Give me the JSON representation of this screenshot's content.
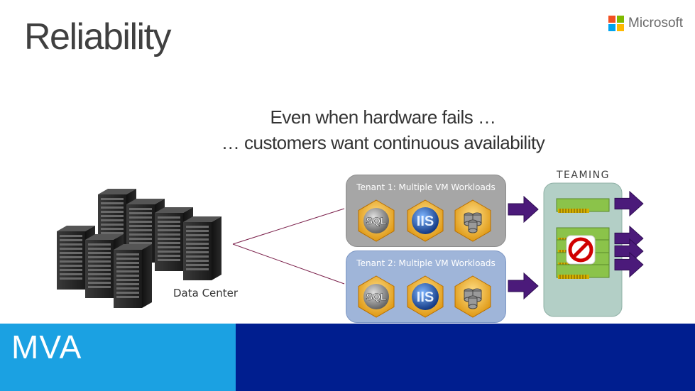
{
  "slide": {
    "title": "Reliability",
    "brand": "Microsoft",
    "headline_line1": "Even when hardware fails …",
    "headline_line2": "… customers want continuous availability",
    "teaming_label": "TEAMING",
    "tenant1_label": "Tenant 1: Multiple VM Workloads",
    "tenant2_label": "Tenant 2: Multiple VM Workloads",
    "datacenter_label": "Data Center",
    "footer_label": "MVA"
  },
  "workload_icons": [
    {
      "name": "sql-icon",
      "text": "SQL"
    },
    {
      "name": "iis-icon",
      "text": "IIS"
    },
    {
      "name": "database-icon",
      "text": ""
    }
  ],
  "colors": {
    "ms_red": "#f25022",
    "ms_green": "#7fba00",
    "ms_blue": "#00a4ef",
    "ms_yellow": "#ffb900",
    "arrow_purple": "#4b1a7a",
    "footer_left": "#1ba1e2",
    "footer_right": "#001e8f"
  }
}
